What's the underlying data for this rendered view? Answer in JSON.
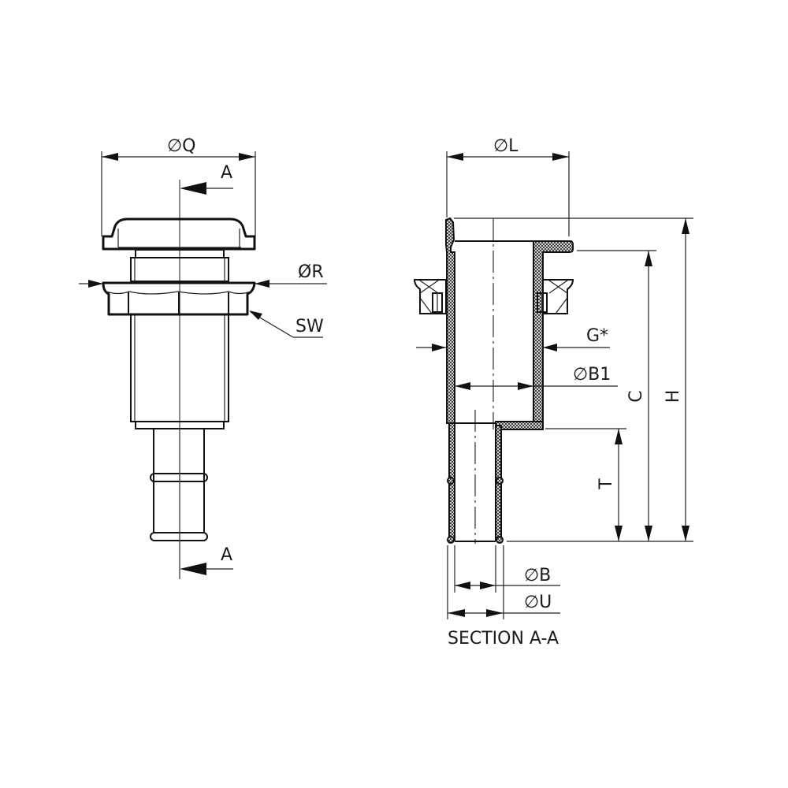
{
  "drawing": {
    "left_view": {
      "labels": {
        "diameter_q": "∅Q",
        "diameter_r": "ØR",
        "wrench_size": "SW",
        "section_arrow_top": "A",
        "section_arrow_bottom": "A"
      }
    },
    "section_view": {
      "title": "SECTION A-A",
      "labels": {
        "diameter_l": "∅L",
        "thread_g": "G*",
        "diameter_b1": "∅B1",
        "diameter_b": "∅B",
        "diameter_u": "∅U",
        "height_c": "C",
        "height_h": "H",
        "height_t": "T"
      }
    },
    "colors": {
      "line": "#111111",
      "background": "#ffffff"
    }
  }
}
